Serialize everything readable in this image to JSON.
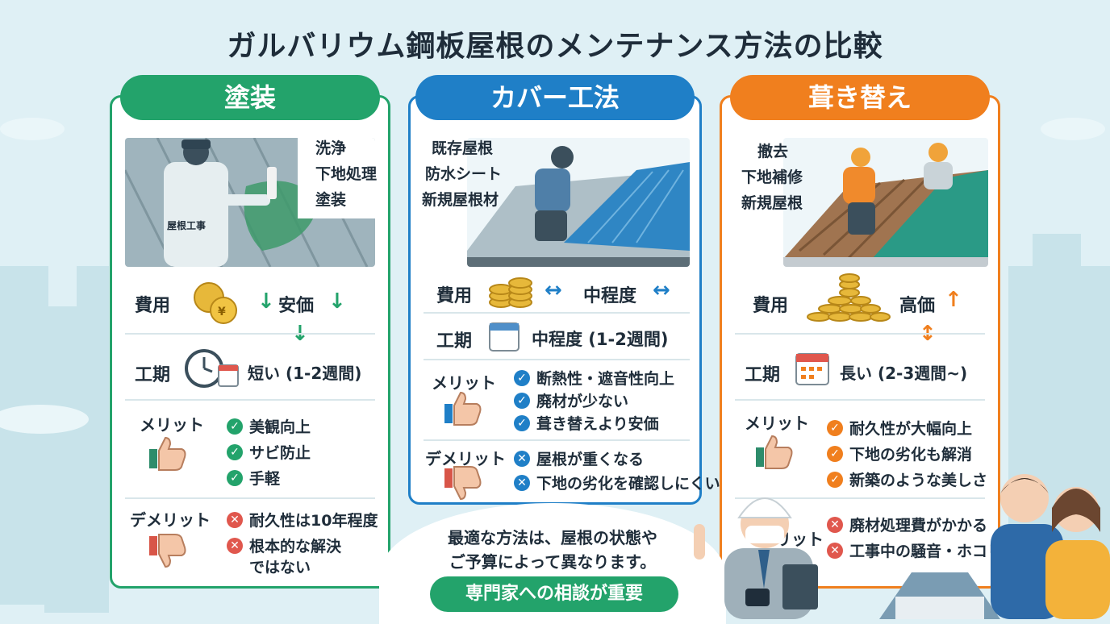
{
  "title": "ガルバリウム鋼板屋根のメンテナンス方法の比較",
  "colors": {
    "green": "#23a36b",
    "blue": "#1f7fc7",
    "orange": "#f07f1e",
    "bg": "#dff0f5"
  },
  "cards": {
    "painting": {
      "header": "塗装",
      "callouts": [
        "洗浄",
        "下地処理",
        "塗装"
      ],
      "worker_badge": "屋根工事",
      "cost_label": "費用",
      "cost_value": "安価",
      "period_label": "工期",
      "period_value": "短い (1-2週間)",
      "merit_label": "メリット",
      "merits": [
        "美観向上",
        "サビ防止",
        "手軽"
      ],
      "demerit_label": "デメリット",
      "demerits": [
        "耐久性は10年程度",
        "根本的な解決",
        "ではない"
      ]
    },
    "cover": {
      "header": "カバー工法",
      "callouts": [
        "既存屋根",
        "防水シート",
        "新規屋根材"
      ],
      "cost_label": "費用",
      "cost_value": "中程度",
      "period_label": "工期",
      "period_value": "中程度 (1-2週間)",
      "merit_label": "メリット",
      "merits": [
        "断熱性・遮音性向上",
        "廃材が少ない",
        "葺き替えより安価"
      ],
      "demerit_label": "デメリット",
      "demerits": [
        "屋根が重くなる",
        "下地の劣化を確認しにくい"
      ]
    },
    "replace": {
      "header": "葺き替え",
      "callouts": [
        "撤去",
        "下地補修",
        "新規屋根"
      ],
      "cost_label": "費用",
      "cost_value": "高価",
      "period_label": "工期",
      "period_value": "長い (2-3週間~)",
      "merit_label": "メリット",
      "merits": [
        "耐久性が大幅向上",
        "下地の劣化も解消",
        "新築のような美しさ"
      ],
      "demerit_label": "リット",
      "demerits": [
        "廃材処理費がかかる",
        "工事中の騒音・ホコリ"
      ]
    }
  },
  "bubble": {
    "line1": "最適な方法は、屋根の状態や",
    "line2": "ご予算によって異なります。",
    "button": "専門家への相談が重要"
  }
}
